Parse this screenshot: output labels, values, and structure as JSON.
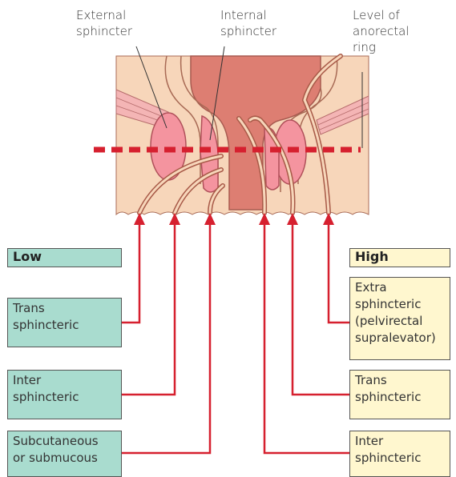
{
  "labels": {
    "external": "External\nsphincter",
    "internal": "Internal\nsphincter",
    "ring": "Level of\nanorectal\nring"
  },
  "low": {
    "header": "Low",
    "items": [
      "Trans\nsphincteric",
      "Inter\nsphincteric",
      "Subcutaneous\nor submucous"
    ]
  },
  "high": {
    "header": "High",
    "items": [
      "Extra\nsphincteric\n(pelvirectal\nsupralevator)",
      "Trans\nsphincteric",
      "Inter\nsphincteric"
    ]
  },
  "colors": {
    "skin": "#f7d6ba",
    "rectum": "#dd7e72",
    "muscle": "#f4949f",
    "tract": "#c86a55",
    "arrow": "#d6202f",
    "low_box": "#a9dccf",
    "high_box": "#fff7cf"
  }
}
